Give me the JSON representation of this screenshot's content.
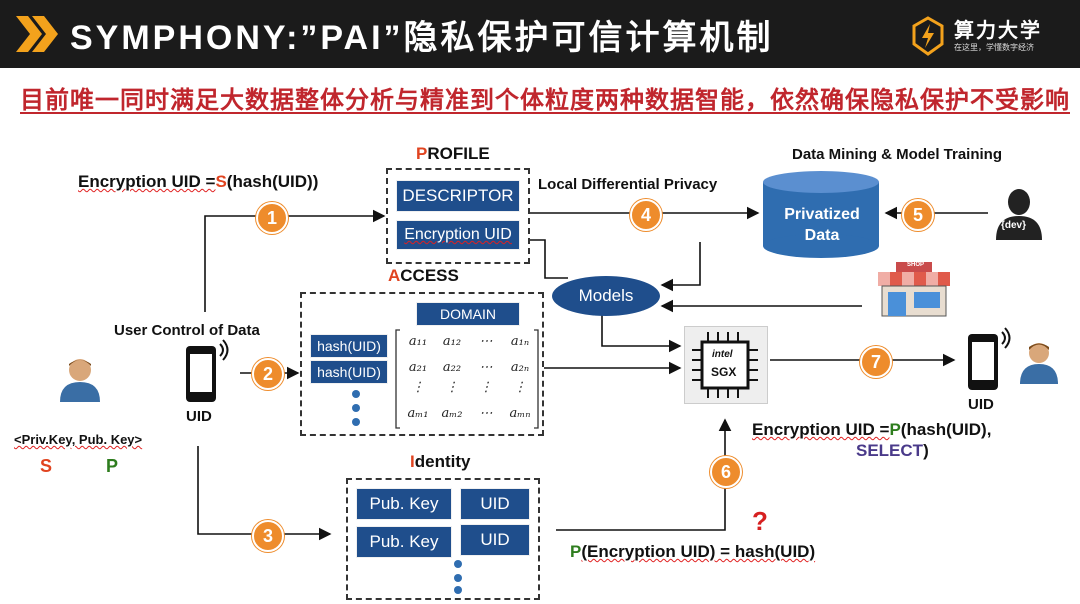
{
  "header": {
    "title": "SYMPHONY:”PAI”隐私保护可信计算机制",
    "brand_name": "算力大学",
    "brand_slogan": "在这里，学懂数字经济"
  },
  "subtitle": "目前唯一同时满足大数据整体分析与精准到个体粒度两种数据智能，依然确保隐私保护不受影响",
  "profile": {
    "initial": "P",
    "rest": "ROFILE",
    "descriptor": "DESCRIPTOR",
    "enc_uid": "Encryption UID"
  },
  "access": {
    "initial": "A",
    "rest": "CCESS",
    "domain": "DOMAIN",
    "hash1": "hash(UID)",
    "hash2": "hash(UID)",
    "matrix": {
      "row1": [
        "a₁₁",
        "a₁₂",
        "⋯",
        "a₁ₙ"
      ],
      "row2": [
        "a₂₁",
        "a₂₂",
        "⋯",
        "a₂ₙ"
      ],
      "row3": [
        "⋮",
        "⋮",
        "⋮",
        "⋮"
      ],
      "row4": [
        "aₘ₁",
        "aₘ₂",
        "⋯",
        "aₘₙ"
      ]
    }
  },
  "identity": {
    "initial": "I",
    "rest": "dentity",
    "pub1": "Pub. Key",
    "pub2": "Pub. Key",
    "uid1": "UID",
    "uid2": "UID"
  },
  "labels": {
    "enc_s_pre": "Encryption UID =",
    "enc_s_s": "S",
    "enc_s_post": "(hash(UID))",
    "ldp": "Local Differential Privacy",
    "mining": "Data Mining & Model Training",
    "privatized": "Privatized Data",
    "models": "Models",
    "user_control": "User Control of Data",
    "uid_left": "UID",
    "keys": "<Priv.Key, Pub. Key>",
    "key_s": "S",
    "key_p": "P",
    "dev": "{dev}",
    "shop": "SHOP",
    "intel": "intel",
    "sgx": "SGX",
    "uid_right": "UID",
    "enc_p_pre": "Encryption UID =",
    "enc_p_p": "P",
    "enc_p_post": "(hash(UID),",
    "enc_p_select": "SELECT",
    "enc_p_close": ")",
    "question": "?",
    "pdec_p": "P",
    "pdec_rest": "(Encryption UID) = hash(UID)"
  },
  "steps": [
    "1",
    "2",
    "3",
    "4",
    "5",
    "6",
    "7"
  ],
  "colors": {
    "header_bg": "#1b1b1b",
    "subtitle": "#c0262d",
    "step": "#ee8c2c",
    "box_blue": "#1f4e8c",
    "cylinder": "#2f6db0"
  }
}
